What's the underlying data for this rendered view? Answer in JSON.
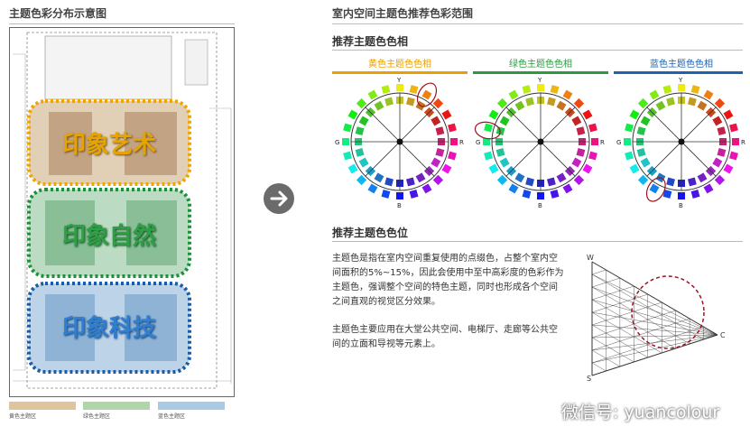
{
  "left": {
    "title": "主题色彩分布示意图",
    "zones": [
      {
        "label": "印象艺术",
        "color": "#f0a400",
        "fill": "#c8a77a"
      },
      {
        "label": "印象自然",
        "color": "#1e8f3a",
        "fill": "#8ec49a"
      },
      {
        "label": "印象科技",
        "color": "#1a5ca8",
        "fill": "#8fb6d8"
      }
    ],
    "legend": [
      {
        "label": "黄色主题区",
        "color": "#e0c49c"
      },
      {
        "label": "绿色主题区",
        "color": "#aed6a6"
      },
      {
        "label": "蓝色主题区",
        "color": "#aac9e4"
      }
    ]
  },
  "arrow_icon": "circle-arrow-right-icon",
  "right": {
    "title": "室内空间主题色推荐色彩范围",
    "hue_section_title": "推荐主题色色相",
    "wheels": [
      {
        "label": "黄色主题色色相",
        "color": "#e8a000"
      },
      {
        "label": "绿色主题色色相",
        "color": "#2e9a40"
      },
      {
        "label": "蓝色主题色色相",
        "color": "#1f63b0"
      }
    ],
    "wheel_axis_labels": {
      "top": "Y",
      "bottom": "B",
      "left": "G",
      "right": "R"
    },
    "tone_section_title": "推荐主题色色位",
    "paragraph1": "主题色是指在室内空间重复使用的点缀色，占整个室内空间面积的5%~15%，因此会使用中至中高彩度的色彩作为主题色，强调整个空间的特色主题，同时也形成各个空间之间直观的视觉区分效果。",
    "paragraph2": "主题色主要应用在大堂公共空间、电梯厅、走廊等公共空间的立面和导视等元素上。",
    "triangle_labels": {
      "top": "W",
      "bottom": "S",
      "right": "C"
    }
  },
  "watermark": "微信号: yuancolour"
}
